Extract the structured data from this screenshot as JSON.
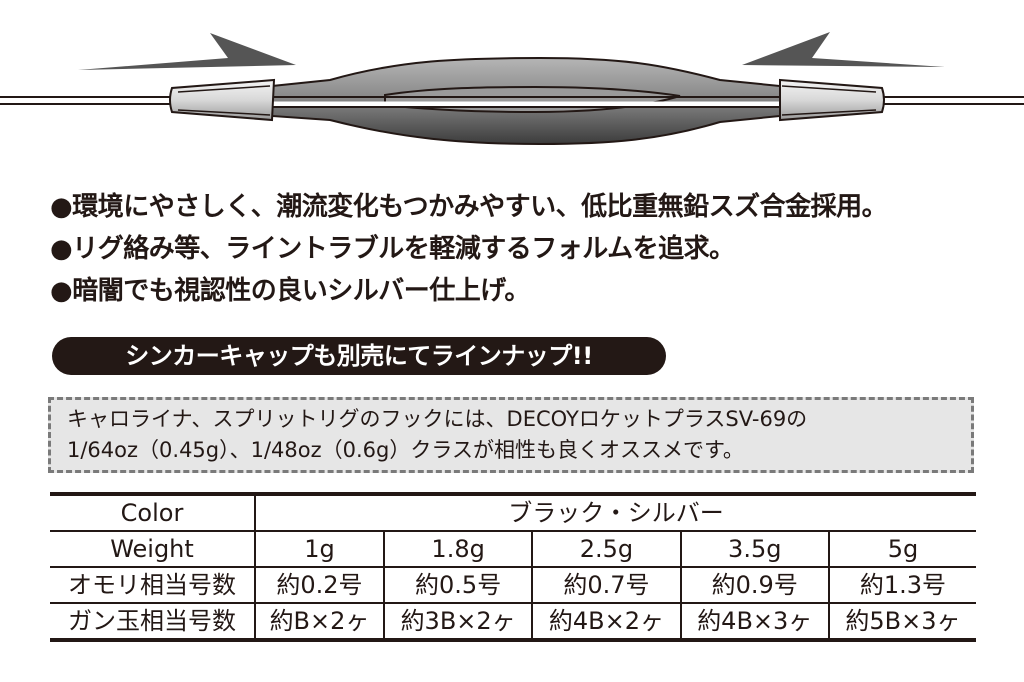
{
  "illustration": {
    "description": "sinker-on-line-diagram",
    "arrows": [
      "left-arrow-pointing-right",
      "right-arrow-pointing-left"
    ]
  },
  "features": [
    {
      "bullet": "●",
      "text": "環境にやさしく、潮流変化もつかみやすい、低比重無鉛スズ合金採用。"
    },
    {
      "bullet": "●",
      "text": "リグ絡み等、ライントラブルを軽減するフォルムを追求。"
    },
    {
      "bullet": "●",
      "text": "暗闇でも視認性の良いシルバー仕上げ。"
    }
  ],
  "banner": {
    "text": "シンカーキャップも別売にてラインナップ!!"
  },
  "note": {
    "lines": [
      "キャロライナ、スプリットリグのフックには、DECOYロケットプラスSV-69の",
      "1/64oz（0.45g）、1/48oz（0.6g）クラスが相性も良くオススメです。"
    ]
  },
  "spec_table": {
    "color_label": "Color",
    "color_value": "ブラック・シルバー",
    "rows": [
      {
        "label": "Weight",
        "values": [
          "1g",
          "1.8g",
          "2.5g",
          "3.5g",
          "5g"
        ]
      },
      {
        "label": "オモリ相当号数",
        "values": [
          "約0.2号",
          "約0.5号",
          "約0.7号",
          "約0.9号",
          "約1.3号"
        ]
      },
      {
        "label": "ガン玉相当号数",
        "values": [
          "約B×2ヶ",
          "約3B×2ヶ",
          "約4B×2ヶ",
          "約4B×3ヶ",
          "約5B×3ヶ"
        ]
      }
    ]
  },
  "colors": {
    "text": "#231815",
    "banner_bg": "#231815",
    "note_bg": "#e6e6e6",
    "note_border": "#7a7a7a"
  }
}
